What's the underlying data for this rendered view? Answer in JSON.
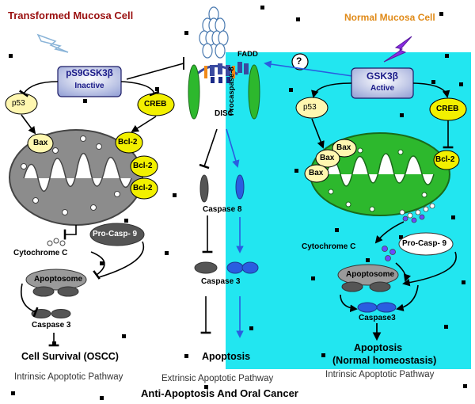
{
  "titles": {
    "left": "Transformed Mucosa Cell",
    "right": "Normal Mucosa Cell",
    "bottom": "Anti-Apoptosis And Oral Cancer"
  },
  "pathways": {
    "left": "Intrinsic Apoptotic Pathway",
    "middle": "Extrinsic Apoptotic Pathway",
    "right": "Intrinsic Apoptotic Pathway"
  },
  "left": {
    "gsk_line1": "pS9GSK3β",
    "gsk_line2": "Inactive",
    "p53": "p53",
    "creb": "CREB",
    "bax": "Bax",
    "bcl2": "Bcl-2",
    "procasp9": "Pro-Casp- 9",
    "cytochrome": "Cytochrome C",
    "apoptosome": "Apoptosome",
    "caspase3": "Caspase 3",
    "outcome": "Cell Survival (OSCC)"
  },
  "middle": {
    "fadd": "FADD",
    "procaspase8": "Procaspase-8",
    "disc": "DISC",
    "caspase8": "Caspase 8",
    "caspase3": "Caspase 3",
    "outcome": "Apoptosis"
  },
  "right": {
    "question": "?",
    "gsk_line1": "GSK3β",
    "gsk_line2": "Active",
    "p53": "p53",
    "creb": "CREB",
    "bax": "Bax",
    "bcl2": "Bcl-2",
    "cytochrome": "Cytochrome C",
    "procasp9": "Pro-Casp- 9",
    "apoptosome": "Apoptosome",
    "caspase3": "Caspase3",
    "outcome_line1": "Apoptosis",
    "outcome_line2": "(Normal homeostasis)"
  },
  "colors": {
    "cyan_panel": "#22e6f0",
    "dark_red": "#9a1010",
    "orange": "#e08a18",
    "yellow": "#f2f000",
    "mito_gray": "#8c8c8c",
    "mito_green": "#2db82d",
    "blue": "#2a5de0",
    "dark_gray": "#555555",
    "purple": "#8a2be2"
  }
}
